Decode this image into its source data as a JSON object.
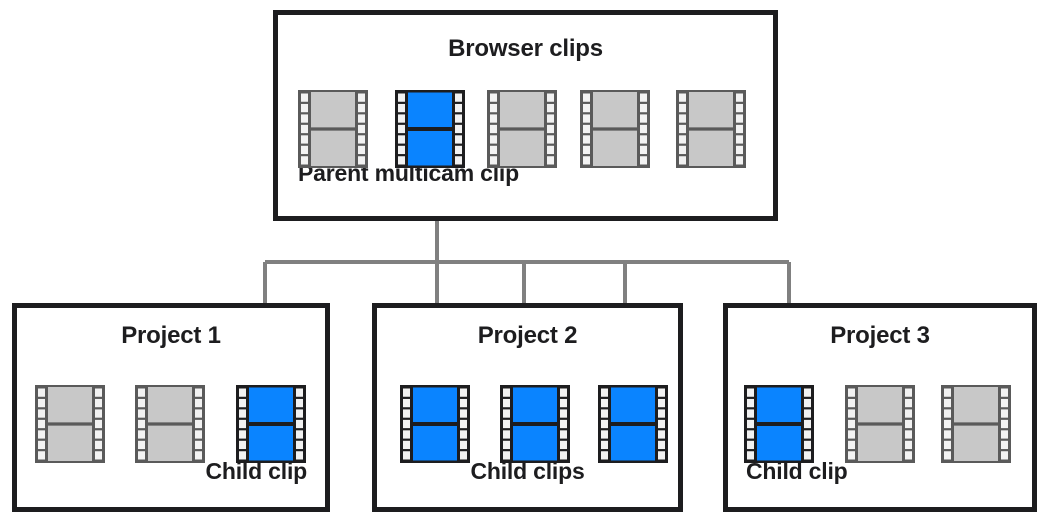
{
  "diagram": {
    "title_hidden": "Multicam parent and child clip relationships",
    "colors": {
      "clip_selected": "#0a84ff",
      "clip_normal": "#c8c8c8",
      "clip_frame_selected": "#1d1d1f",
      "clip_frame_normal": "#5a5a5a",
      "sprocket_selected": "#f2f2f2",
      "sprocket_normal": "#f2f2f2",
      "box_border": "#1d1d1f",
      "connector": "#808080",
      "text": "#1d1d1f",
      "background": "#ffffff"
    },
    "browser": {
      "title": "Browser clips",
      "caption": "Parent multicam clip",
      "clips": [
        {
          "name": "browser-clip-1",
          "state": "normal"
        },
        {
          "name": "browser-clip-2",
          "state": "selected"
        },
        {
          "name": "browser-clip-3",
          "state": "normal"
        },
        {
          "name": "browser-clip-4",
          "state": "normal"
        },
        {
          "name": "browser-clip-5",
          "state": "normal"
        }
      ]
    },
    "projects": [
      {
        "title": "Project 1",
        "caption": "Child clip",
        "caption_align": "right",
        "clips": [
          {
            "name": "project1-clip-1",
            "state": "normal"
          },
          {
            "name": "project1-clip-2",
            "state": "normal"
          },
          {
            "name": "project1-clip-3",
            "state": "selected"
          }
        ]
      },
      {
        "title": "Project 2",
        "caption": "Child clips",
        "caption_align": "center",
        "clips": [
          {
            "name": "project2-clip-1",
            "state": "selected"
          },
          {
            "name": "project2-clip-2",
            "state": "selected"
          },
          {
            "name": "project2-clip-3",
            "state": "selected"
          }
        ]
      },
      {
        "title": "Project 3",
        "caption": "Child clip",
        "caption_align": "left",
        "clips": [
          {
            "name": "project3-clip-1",
            "state": "selected"
          },
          {
            "name": "project3-clip-2",
            "state": "normal"
          },
          {
            "name": "project3-clip-3",
            "state": "normal"
          }
        ]
      }
    ],
    "connector_arrow_count": 5
  }
}
